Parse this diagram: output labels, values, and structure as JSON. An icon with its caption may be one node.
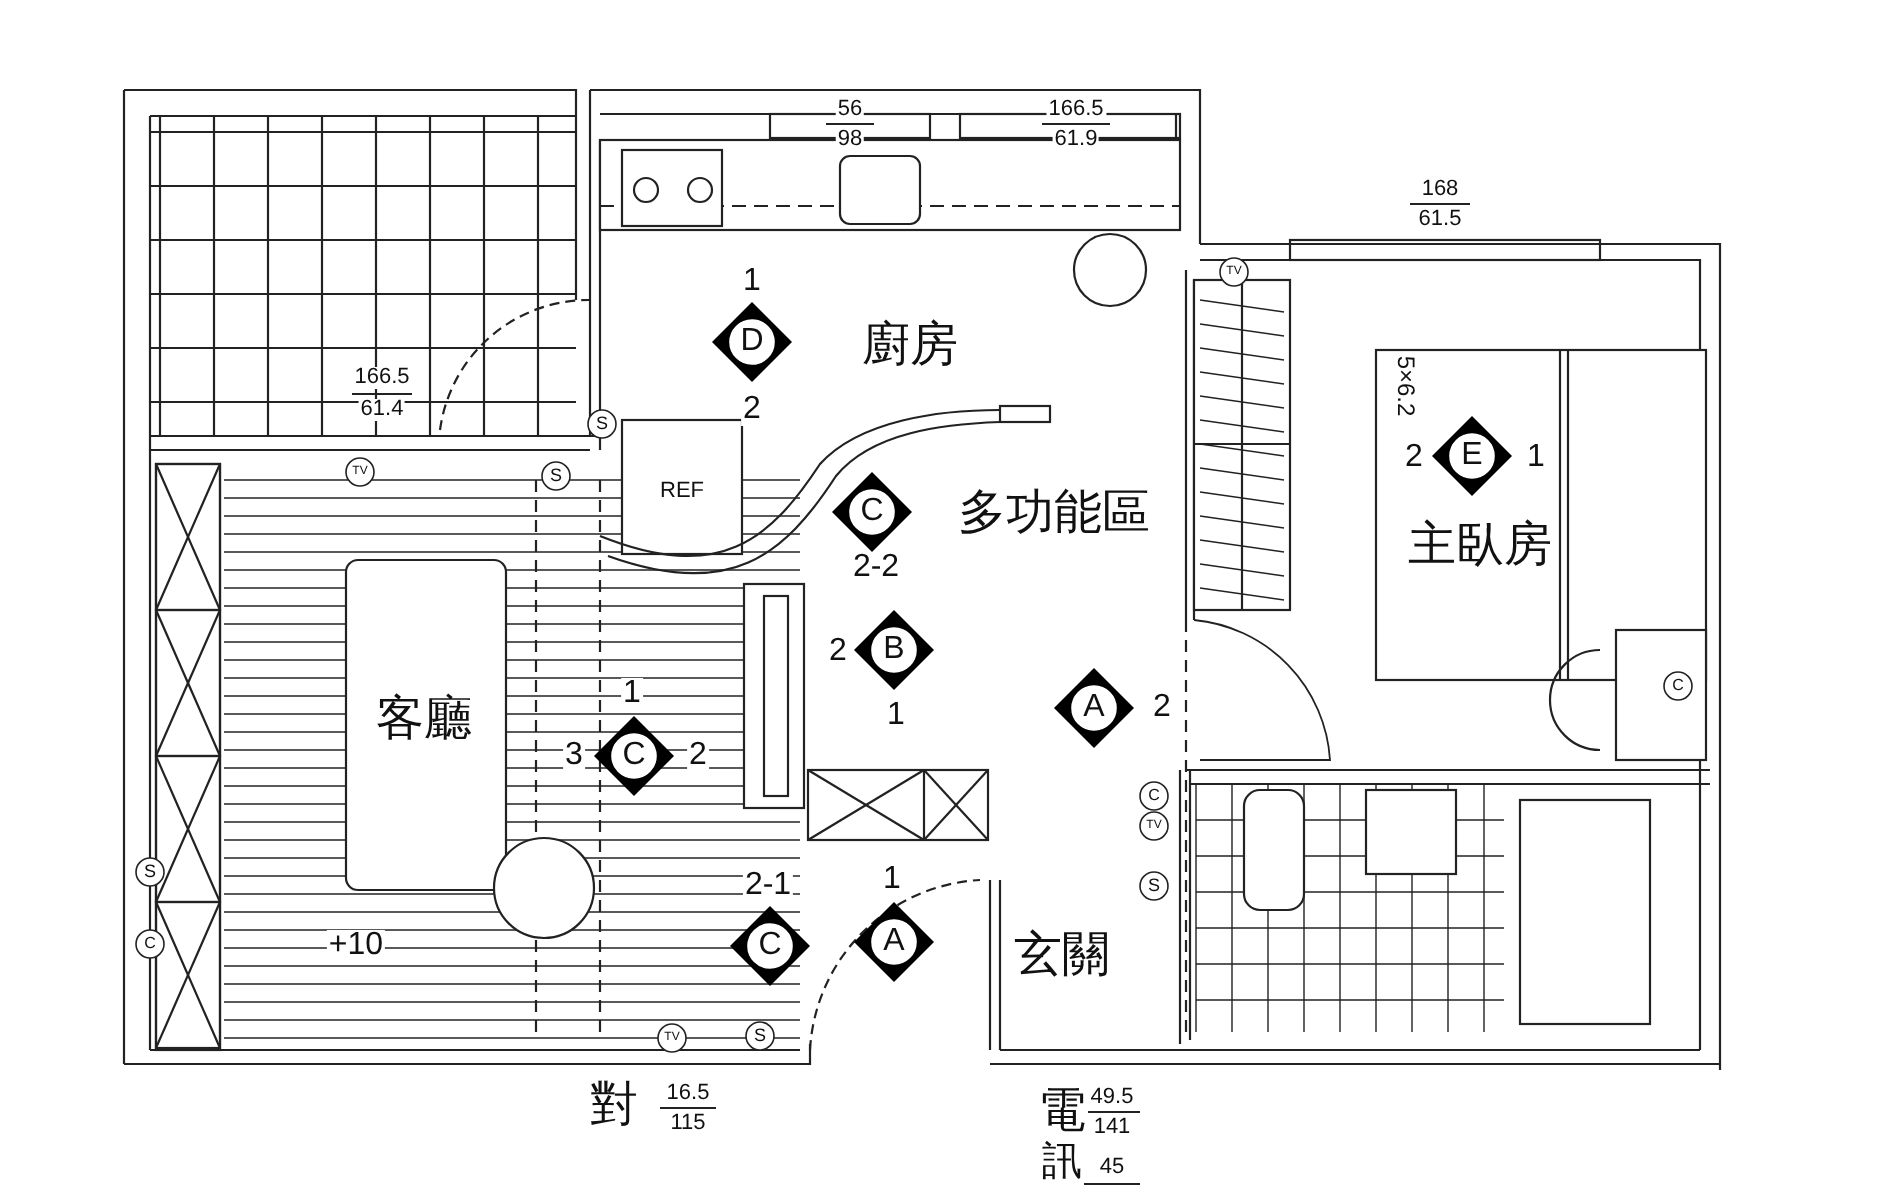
{
  "diagram": {
    "labels": [
      "56",
      "98",
      "166.5",
      "61.9",
      "168",
      "61.5",
      "TV",
      "1",
      "D",
      "廚房",
      "166.5",
      "61.4",
      "S",
      "2",
      "5×6.2",
      "2",
      "E",
      "1",
      "TV",
      "S",
      "REF",
      "C",
      "多功能區",
      "主臥房",
      "2-2",
      "2",
      "B",
      "C",
      "1",
      "A",
      "2",
      "客廳",
      "1",
      "3",
      "C",
      "2",
      "C",
      "TV",
      "S",
      "S",
      "2-1",
      "1",
      "C",
      "+10",
      "C",
      "A",
      "玄關",
      "TV",
      "S",
      "16.5",
      "對",
      "電",
      "49.5",
      "115",
      "141",
      "45",
      "訊"
    ]
  }
}
